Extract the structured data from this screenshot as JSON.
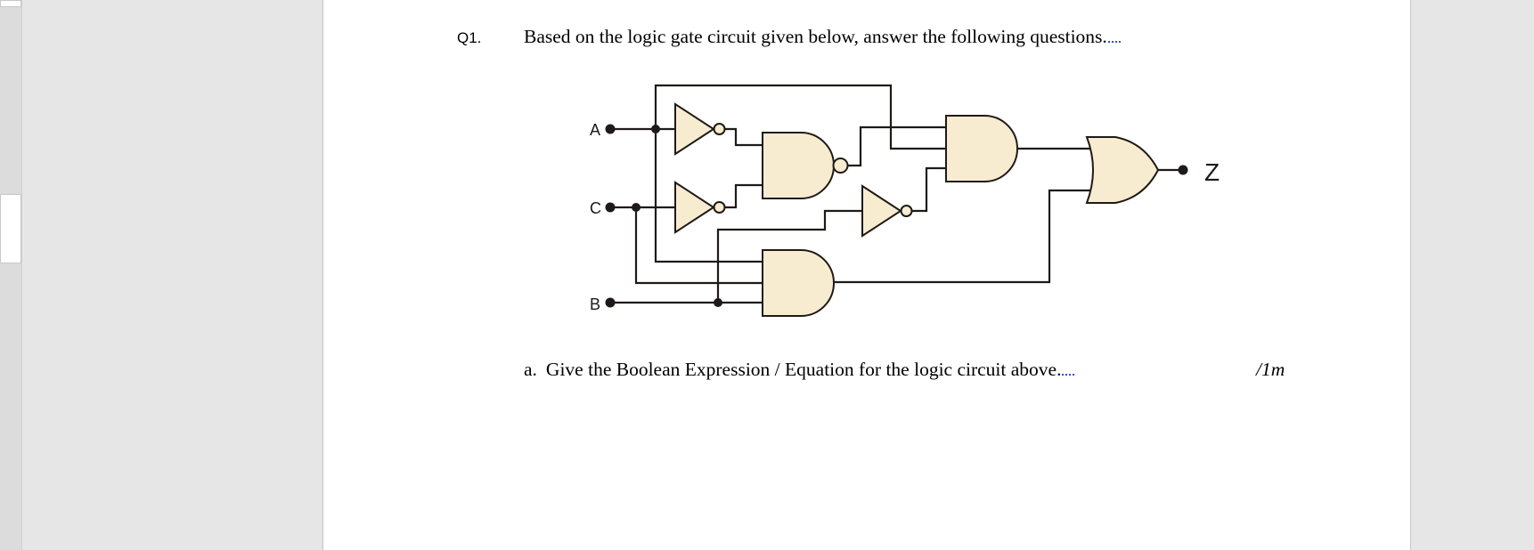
{
  "question": {
    "number": "Q1.",
    "text": "Based on the logic gate circuit given below, answer the following questions."
  },
  "circuit": {
    "inputs": [
      "A",
      "C",
      "B"
    ],
    "output": "Z",
    "gate_fill": "#f7ecd0"
  },
  "items": [
    {
      "letter": "a.",
      "text": "Give the Boolean Expression / Equation for the logic circuit above.",
      "mark": "/1m"
    }
  ]
}
